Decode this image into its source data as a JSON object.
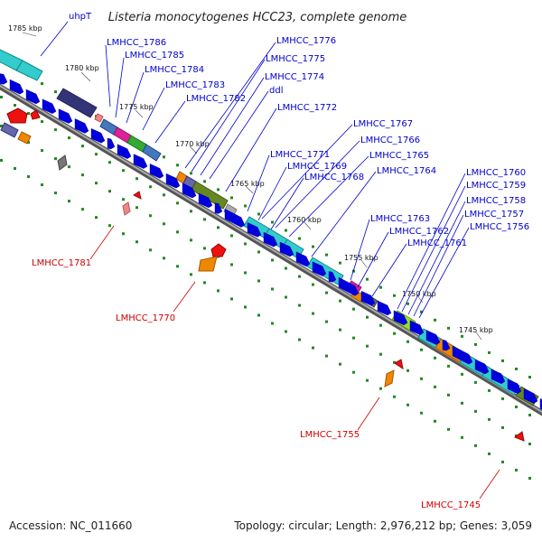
{
  "title": "Listeria monocytogenes HCC23, complete genome",
  "footer": {
    "accession": "Accession: NC_011660",
    "topology": "Topology: circular; Length: 2,976,212 bp; Genes: 3,059"
  },
  "ticks": [
    "1785 kbp",
    "1780 kbp",
    "1775 kbp",
    "1770 kbp",
    "1765 kbp",
    "1760 kbp",
    "1755 kbp",
    "1750 kbp",
    "1745 kbp"
  ],
  "blue_labels": [
    "uhpT",
    "LMHCC_1786",
    "LMHCC_1785",
    "LMHCC_1784",
    "LMHCC_1783",
    "LMHCC_1782",
    "LMHCC_1776",
    "LMHCC_1775",
    "LMHCC_1774",
    "ddl",
    "LMHCC_1772",
    "LMHCC_1771",
    "LMHCC_1769",
    "LMHCC_1768",
    "LMHCC_1767",
    "LMHCC_1766",
    "LMHCC_1765",
    "LMHCC_1764",
    "LMHCC_1763",
    "LMHCC_1762",
    "LMHCC_1761",
    "LMHCC_1760",
    "LMHCC_1759",
    "LMHCC_1758",
    "LMHCC_1757",
    "LMHCC_1756"
  ],
  "red_labels": [
    "LMHCC_1781",
    "LMHCC_1770",
    "LMHCC_1755",
    "LMHCC_1745"
  ],
  "colors": {
    "backbone": "#777777",
    "gene_arrow": "#0000dd",
    "label_blue": "#0000cc",
    "label_red": "#cc0000",
    "dot_green": "#228822",
    "cyan": "#33cccc",
    "navy": "#333377",
    "magenta": "#dd2299",
    "green": "#33aa33",
    "steelblue": "#4477bb",
    "orange": "#ee8800",
    "olive": "#668822",
    "lime": "#99dd33",
    "grey": "#999999",
    "red": "#ee1111",
    "pink": "#ee8888",
    "slate": "#6666aa"
  }
}
